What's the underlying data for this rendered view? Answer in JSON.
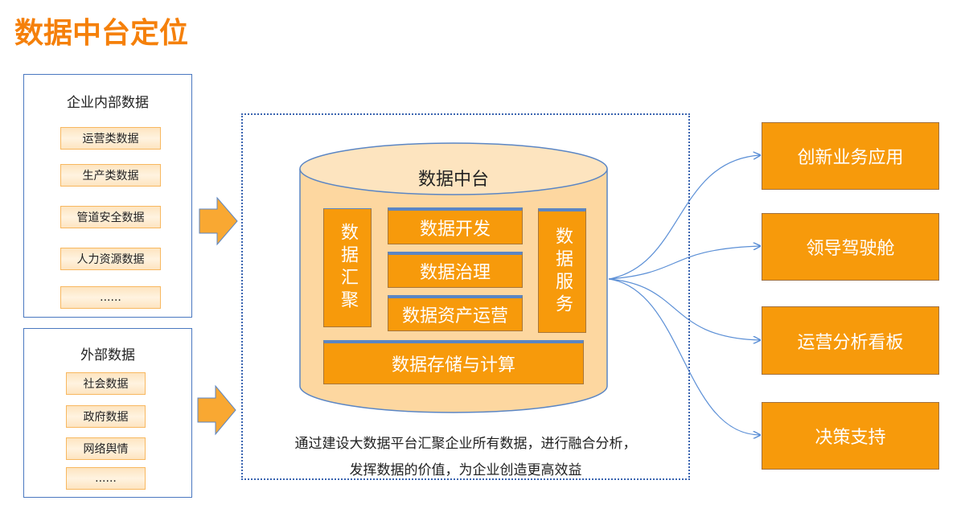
{
  "title": "数据中台定位",
  "internal": {
    "title": "企业内部数据",
    "items": [
      "运营类数据",
      "生产类数据",
      "管道安全数据",
      "人力资源数据",
      "......"
    ]
  },
  "external": {
    "title": "外部数据",
    "items": [
      "社会数据",
      "政府数据",
      "网络舆情",
      "......"
    ]
  },
  "platform": {
    "title": "数据中台",
    "aggregate": "数据汇聚",
    "develop": "数据开发",
    "govern": "数据治理",
    "asset": "数据资产运营",
    "service": "数据服务",
    "storage": "数据存储与计算"
  },
  "caption": [
    "通过建设大数据平台汇聚企业所有数据，进行融合分析，",
    "发挥数据的价值，为企业创造更高效益"
  ],
  "outputs": [
    "创新业务应用",
    "领导驾驶舱",
    "运营分析看板",
    "决策支持"
  ],
  "colors": {
    "orange": "#f79a0b",
    "title": "#f5800a",
    "blue": "#4a78c0"
  }
}
